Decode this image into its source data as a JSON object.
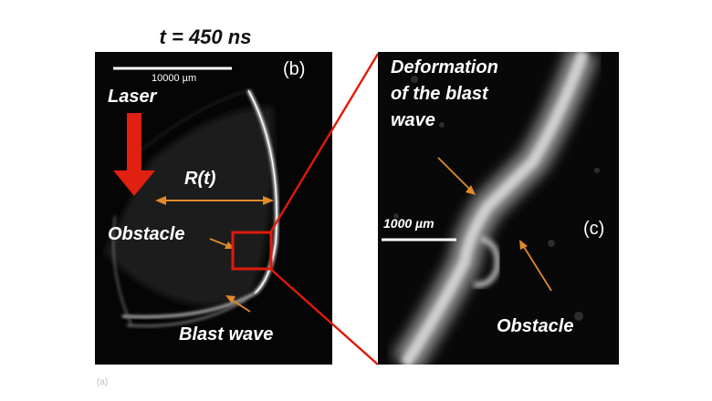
{
  "title": "t = 450 ns",
  "panel_b": {
    "panel_label": "(b)",
    "scale_bar_label": "10000 µm",
    "laser_label": "Laser",
    "radius_label": "R(t)",
    "obstacle_label": "Obstacle",
    "blast_wave_label": "Blast wave"
  },
  "panel_c": {
    "panel_label": "(c)",
    "scale_bar_label": "1000 µm",
    "deformation_label_1": "Deformation",
    "deformation_label_2": "of the blast",
    "deformation_label_3": "wave",
    "obstacle_label": "Obstacle"
  },
  "colors": {
    "laser_arrow": "#e02010",
    "annotation_arrow": "#e08a2a",
    "zoom_box": "#e01a0a",
    "background": "#050505",
    "shock_front": "#e8e8e8"
  },
  "icons": {
    "laser": "down-arrow-icon",
    "radius": "double-arrow-icon",
    "annotations": "pointer-arrow-icon"
  },
  "stray_text": "(a)"
}
